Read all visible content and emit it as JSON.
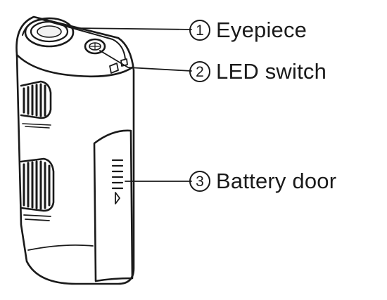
{
  "callouts": [
    {
      "number": "1",
      "label": "Eyepiece"
    },
    {
      "number": "2",
      "label": "LED switch"
    },
    {
      "number": "3",
      "label": "Battery door"
    }
  ],
  "colors": {
    "ink": "#1a1a1a",
    "background": "#ffffff"
  }
}
